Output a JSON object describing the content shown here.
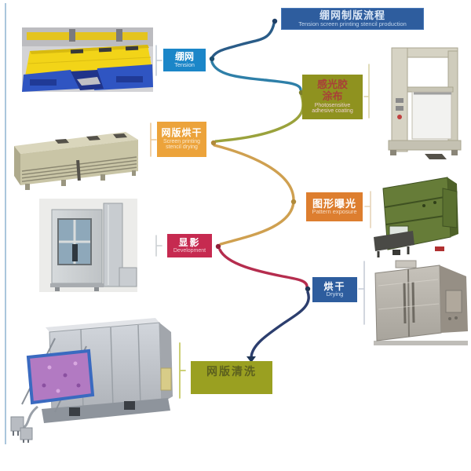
{
  "title": {
    "zh": "绷网制版流程",
    "en": "Tension screen printing stencil production",
    "box_color": "#2e5d9e"
  },
  "steps": [
    {
      "id": "tension",
      "zh": "绷网",
      "en": "Tension",
      "color": "#1b86c8"
    },
    {
      "id": "coating",
      "zh": "感光胶涂布",
      "en": "Photosensitive adhesive coating",
      "color": "#8f921f"
    },
    {
      "id": "stencil-drying",
      "zh": "网版烘干",
      "en": "Screen printing stencil drying",
      "color": "#eca33b"
    },
    {
      "id": "pattern-exposure",
      "zh": "图形曝光",
      "en": "Pattern exposure",
      "color": "#dd7e2f"
    },
    {
      "id": "development",
      "zh": "显影",
      "en": "Development",
      "color": "#c62a50"
    },
    {
      "id": "drying",
      "zh": "烘干",
      "en": "Drying",
      "color": "#2e5d9e"
    },
    {
      "id": "screen-washing",
      "zh": "网版清洗",
      "en": "",
      "color": "#9aa021"
    }
  ],
  "photos": [
    {
      "id": "tension-machine-photo",
      "alt": "screen tensioning machine"
    },
    {
      "id": "stencil-drying-cabinet-photo",
      "alt": "screen stencil drying cabinet"
    },
    {
      "id": "development-cabinet-photo",
      "alt": "development machine"
    },
    {
      "id": "screen-washing-machine-photo",
      "alt": "screen washing machine"
    },
    {
      "id": "coating-machine-photo",
      "alt": "photosensitive adhesive coating machine"
    },
    {
      "id": "exposure-machine-photo",
      "alt": "pattern exposure machine"
    },
    {
      "id": "drying-oven-photo",
      "alt": "stainless steel drying oven"
    }
  ],
  "flow_colors": {
    "title_to_tension": "#2a5c88",
    "tension_to_coating": "#2e7fa8",
    "coating_to_stencil_drying": "#9aa23c",
    "stencil_drying_to_development_via_exposure": "#cfa050",
    "development_to_drying": "#b52d4e",
    "drying_to_washing": "#2c3e6e"
  }
}
